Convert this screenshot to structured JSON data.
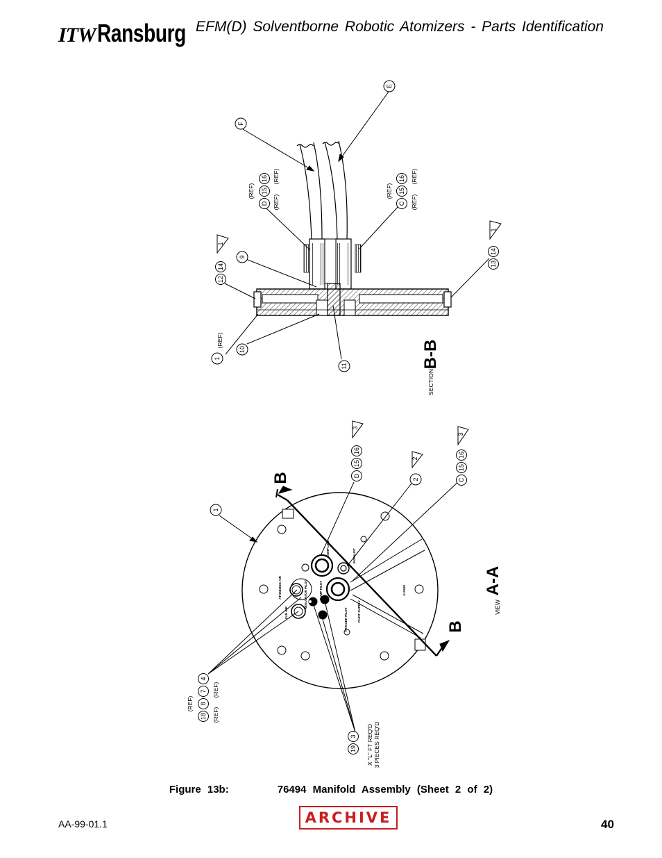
{
  "header": {
    "logo_prefix": "ITW",
    "logo_name": "Ransburg",
    "title": "EFM(D) Solventborne Robotic Atomizers - Parts Identification"
  },
  "section_bb": {
    "label_prefix": "SECTION",
    "label": "B-B",
    "callouts": {
      "e": "E",
      "f": "F",
      "d15_16": [
        "D",
        "15",
        "16"
      ],
      "c15_16": [
        "C",
        "15",
        "16"
      ],
      "n12_14": [
        "12",
        "14"
      ],
      "n13_14": [
        "13",
        "14"
      ],
      "n9": "9",
      "n10": "10",
      "n11": "11",
      "n1": "1",
      "flag1": "1"
    },
    "ref": "(REF)"
  },
  "view_aa": {
    "label_prefix": "VIEW",
    "label": "A-A",
    "section_marker": "B",
    "callouts": {
      "n1": "1",
      "n2": "2",
      "flag2": "2",
      "flag3": "3",
      "d15_16": [
        "D",
        "15",
        "16"
      ],
      "c15_16": [
        "C",
        "15",
        "16"
      ],
      "n18_8_7_4": [
        "18",
        "8",
        "7",
        "4"
      ],
      "n19_3": [
        "19",
        "3"
      ]
    },
    "ref": "(REF)",
    "note_line1": "X \"L\" FT REQ'D",
    "note_line2": "3 PIECES REQ'D",
    "port_labels": {
      "dump_line": "DUMP LINE",
      "exhaust": "EXHAUST",
      "atomizing_air": "ATOMIZING AIR",
      "regulator_pilot": "REGULATOR PILOT",
      "dump_pilot": "DUMP PILOT",
      "fan_air": "FAN AIR",
      "paint_supply": "PAINT SUPPLY",
      "trigger_pilot": "TRIGGER PILOT",
      "part_no": "A12658"
    }
  },
  "caption": {
    "figure": "Figure 13b:",
    "text": "76494 Manifold Assembly (Sheet 2 of 2)"
  },
  "footer": {
    "doc_number": "AA-99-01.1",
    "stamp": "ARCHIVE",
    "page_number": "40"
  }
}
